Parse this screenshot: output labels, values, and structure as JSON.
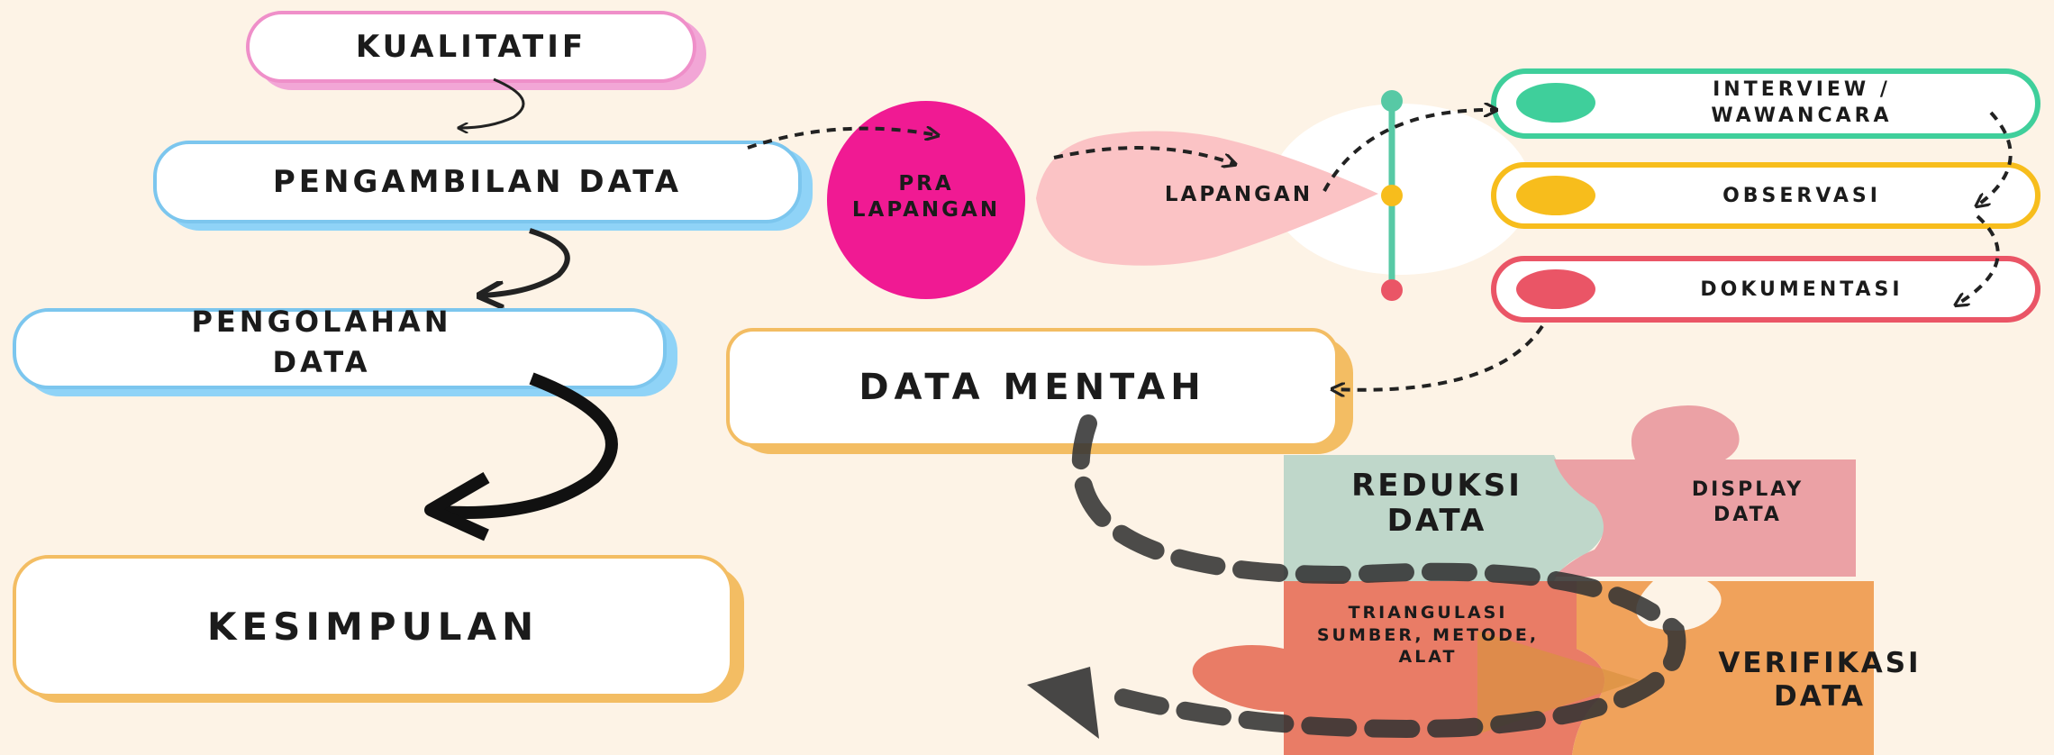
{
  "flow": {
    "kualitatif": "KUALITATIF",
    "pengambilan_data": "PENGAMBILAN DATA",
    "pengolahan_data_line1": "PENGOLAHAN",
    "pengolahan_data_line2": "DATA",
    "kesimpulan": "KESIMPULAN"
  },
  "fieldwork": {
    "pra_lapangan_line1": "PRA",
    "pra_lapangan_line2": "LAPANGAN",
    "lapangan": "LAPANGAN"
  },
  "methods": [
    {
      "line1": "INTERVIEW /",
      "line2": "WAWANCARA",
      "color": "#3fcf9b"
    },
    {
      "line1": "OBSERVASI",
      "line2": "",
      "color": "#f7bd1c"
    },
    {
      "line1": "DOKUMENTASI",
      "line2": "",
      "color": "#ea5566"
    }
  ],
  "data_mentah": "DATA MENTAH",
  "puzzle": {
    "reduksi_line1": "REDUKSI",
    "reduksi_line2": "DATA",
    "display_line1": "DISPLAY",
    "display_line2": "DATA",
    "triangulasi_line1": "TRIANGULASI",
    "triangulasi_line2": "SUMBER, METODE,",
    "triangulasi_line3": "ALAT",
    "verifikasi_line1": "VERIFIKASI",
    "verifikasi_line2": "DATA"
  },
  "colors": {
    "background": "#fdf3e6",
    "pink_border": "#ef8fc9",
    "blue_border": "#7cc6ee",
    "orange_border": "#f3bd63",
    "magenta": "#f01a93",
    "light_pink": "#fbc3c5",
    "teal": "#3fcf9b",
    "yellow": "#f7bd1c",
    "red": "#ea5566",
    "puzzle_green": "#bfd7ca",
    "puzzle_pink": "#eba1a5",
    "puzzle_salmon": "#e97c66",
    "puzzle_orange": "#f0a25b"
  }
}
